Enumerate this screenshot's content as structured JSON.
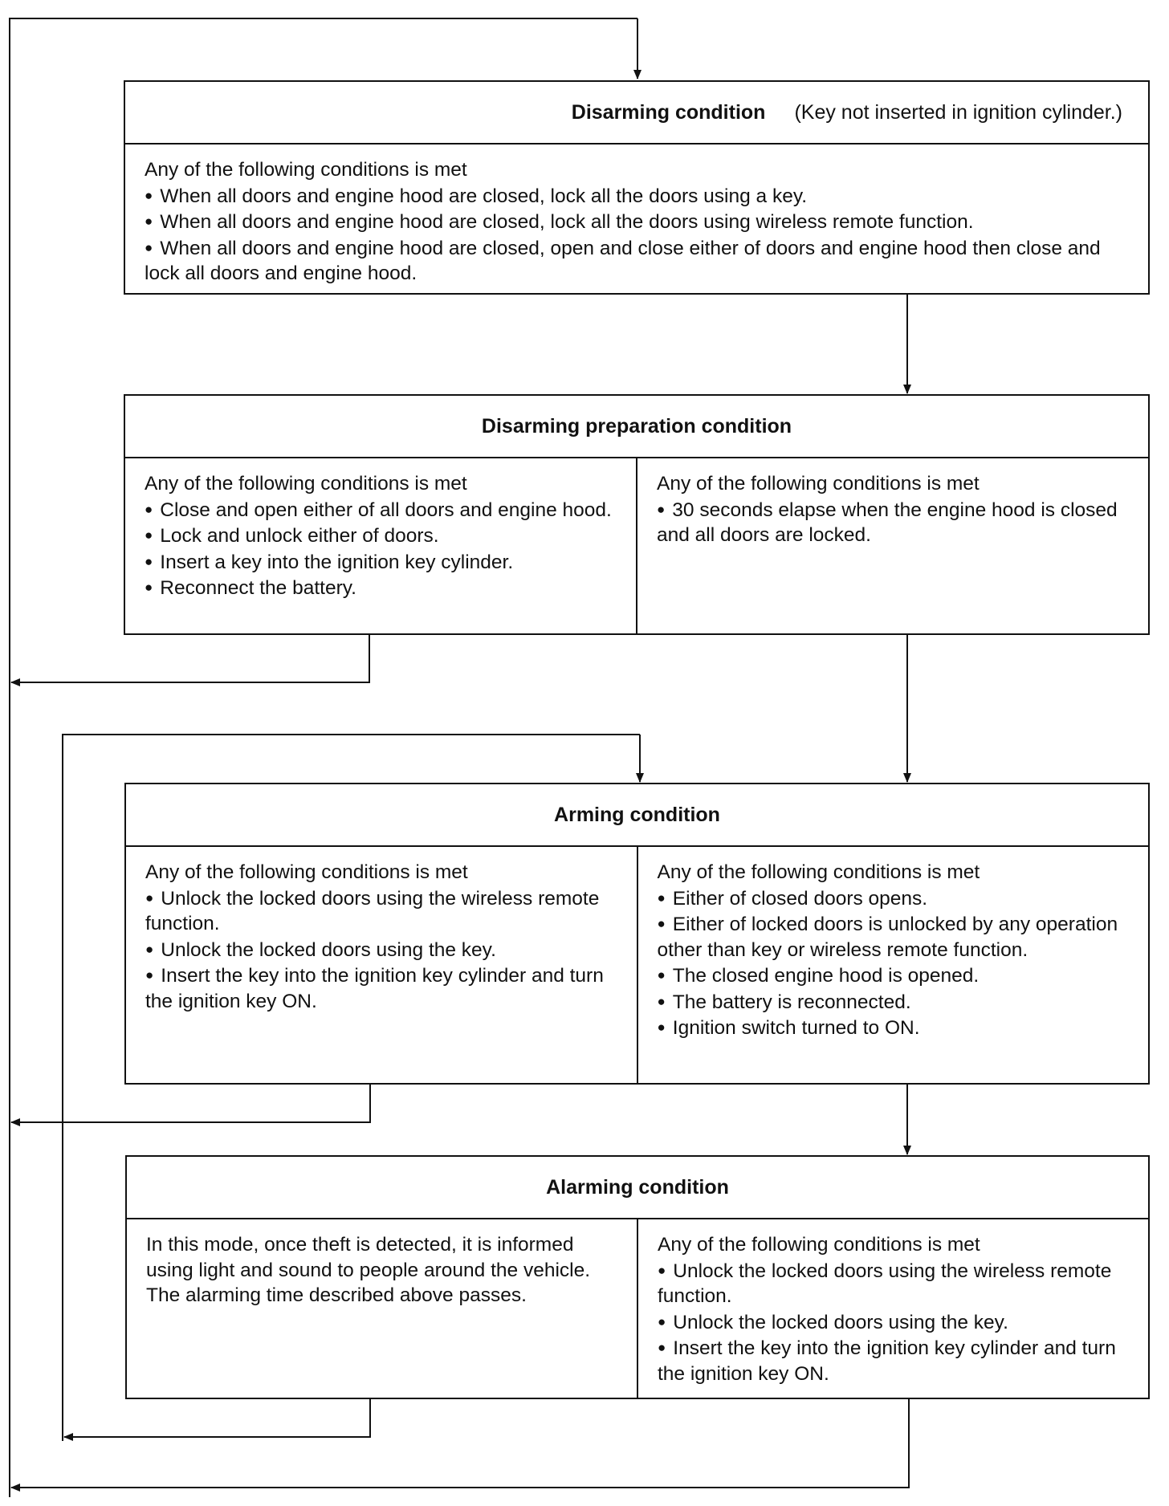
{
  "boxes": {
    "disarming": {
      "title": "Disarming condition",
      "subtitle": "(Key not inserted in ignition cylinder.)",
      "body": {
        "intro": "Any of the following conditions is met",
        "items": [
          "When all doors and engine hood are closed, lock all the doors using a key.",
          "When all doors and engine hood are closed, lock all the doors using wireless remote function.",
          "When all doors and engine hood are closed, open and close either of doors and engine hood then close and lock all doors and engine hood."
        ]
      }
    },
    "preparation": {
      "title": "Disarming preparation condition",
      "left": {
        "intro": "Any of the following conditions is met",
        "items": [
          "Close and open either of all doors and engine hood.",
          "Lock and unlock either of doors.",
          "Insert a key into the ignition key cylinder.",
          "Reconnect the battery."
        ]
      },
      "right": {
        "intro": "Any of the following conditions is met",
        "items": [
          "30 seconds elapse when the engine hood is closed and all doors are locked."
        ]
      }
    },
    "arming": {
      "title": "Arming condition",
      "left": {
        "intro": "Any of the following conditions is met",
        "items": [
          "Unlock the locked doors using the wireless remote function.",
          "Unlock the locked doors using the key.",
          "Insert the key into the ignition key cylinder and turn the ignition key ON."
        ]
      },
      "right": {
        "intro": "Any of the following conditions is met",
        "items": [
          "Either of closed doors opens.",
          "Either of locked doors is unlocked by any operation other than key or wireless remote function.",
          "The closed engine hood is opened.",
          "The battery is reconnected.",
          "Ignition switch turned to ON."
        ]
      }
    },
    "alarming": {
      "title": "Alarming condition",
      "left": {
        "paragraphs": [
          "In this mode, once theft is detected, it is informed using light and sound to people around the vehicle.",
          "The alarming time described above passes."
        ]
      },
      "right": {
        "intro": "Any of the following conditions is met",
        "items": [
          "Unlock the locked doors using the wireless remote function.",
          "Unlock the locked doors using the key.",
          "Insert the key into the ignition key cylinder and turn the ignition key ON."
        ]
      }
    }
  }
}
